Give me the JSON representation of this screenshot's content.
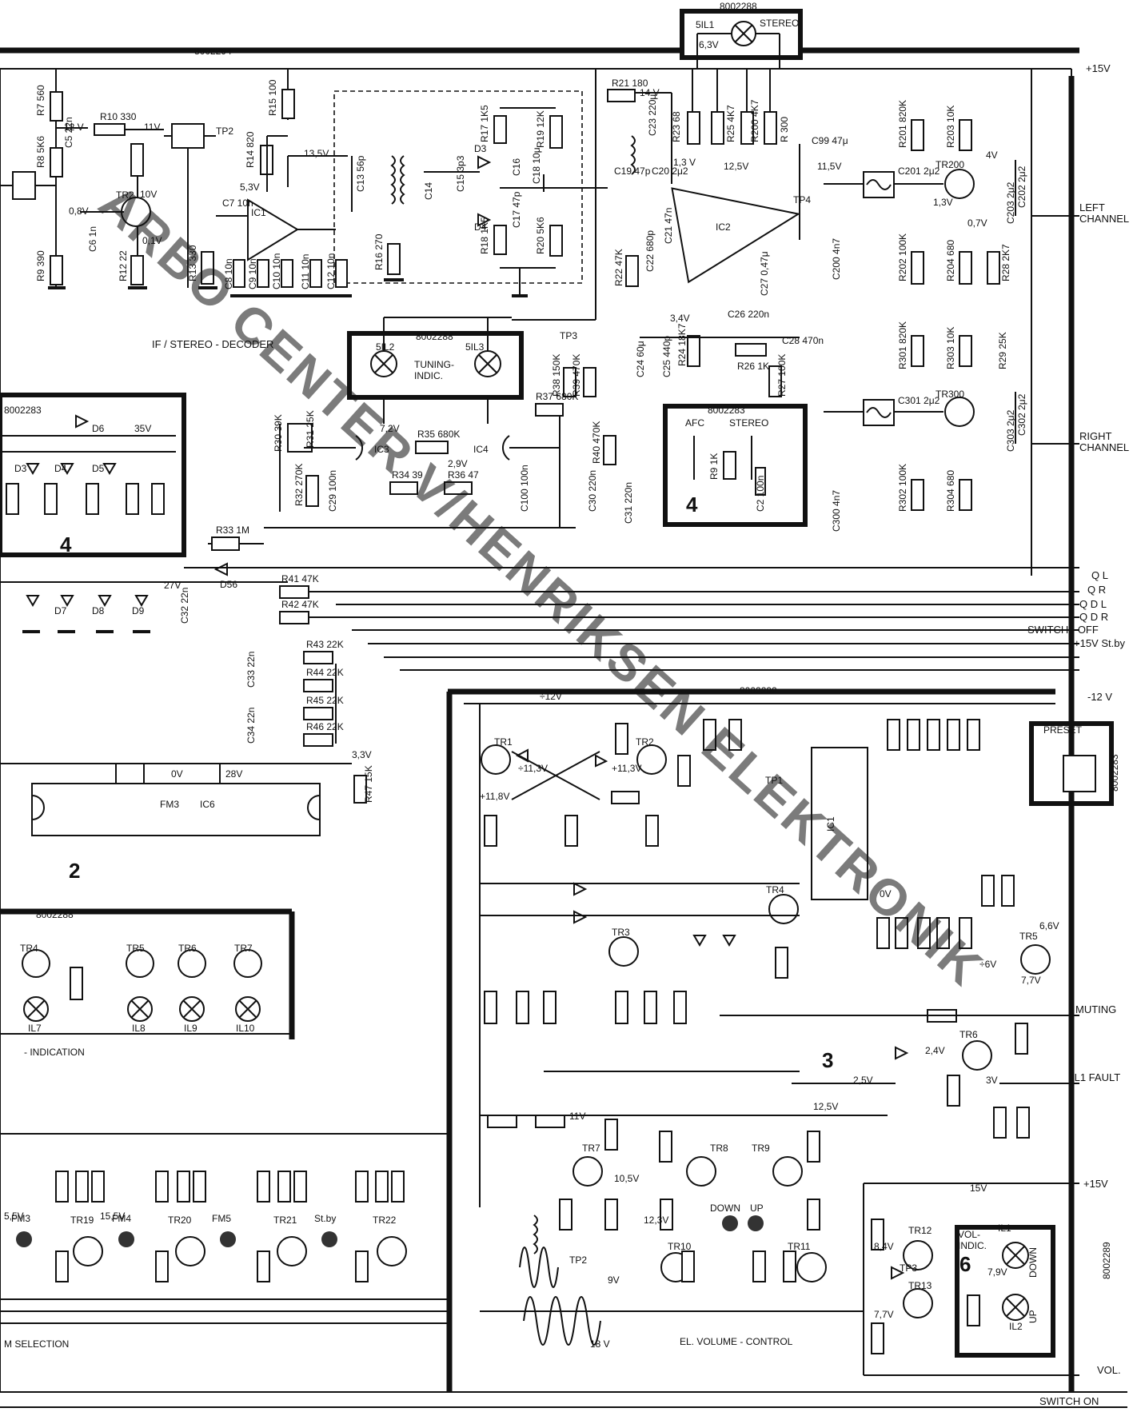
{
  "sections": {
    "if_decoder": "IF / STEREO - DECODER",
    "tuning_indic": "TUNING-\nINDIC.",
    "volume_control": "EL. VOLUME - CONTROL",
    "indication": "- INDICATION",
    "selection": "M  SELECTION",
    "preset": "PRESET",
    "afc": "AFC",
    "stereo_switch": "STEREO",
    "vol_indic": "VOL-\nINDIC."
  },
  "boards": [
    "8002294",
    "8002288",
    "8002283",
    "8002292",
    "8002289"
  ],
  "block_numbers": [
    "2",
    "3",
    "4",
    "4",
    "6"
  ],
  "lamp_labels": {
    "stereo_lamp": "5IL1",
    "stereo_text": "STEREO",
    "stereo_volt": "6,3V",
    "tuning_lamp_a": "5IL2",
    "tuning_lamp_b": "5IL3",
    "il7": "IL7",
    "il8": "IL8",
    "il9": "IL9",
    "il10": "IL10",
    "vol_il1": "IL1",
    "vol_il2": "IL2",
    "down": "DOWN",
    "up": "UP"
  },
  "right_edge": [
    "+15V",
    "LEFT\nCHANNEL",
    "RIGHT\nCHANNEL",
    "Q L",
    "Q R",
    "Q D L",
    "Q D R",
    "SWITCH - OFF",
    "+15V St.by",
    "-12 V",
    "MUTING",
    "IL1 FAULT",
    "+15V",
    "VOL.",
    "SWITCH ON"
  ],
  "ics": [
    "IC1",
    "IC2",
    "IC3",
    "IC4",
    "IC6",
    "IC1"
  ],
  "components": {
    "resistors": [
      "R7 560",
      "R10 330",
      "R8 5K6",
      "R15 100",
      "R14 820",
      "R9 390",
      "R12 22",
      "R13 330",
      "R16 270",
      "R17 1K5",
      "R18 1K5",
      "R19 12K",
      "R20 5K6",
      "R21 180",
      "R23 68",
      "R25 4K7",
      "R200 4K7",
      "R 300",
      "R201 820K",
      "R203 10K",
      "R202 100K",
      "R204 680",
      "R28 2K7",
      "R22 47K",
      "R24 18K7",
      "R26 1K",
      "R27 100K",
      "R37 680K",
      "R38 150K",
      "R39 470K",
      "R40 470K",
      "R30 39K",
      "R31 25K",
      "R32 270K",
      "R35 680K",
      "R34 39",
      "R36 47",
      "R33 1M",
      "R41 47K",
      "R42 47K",
      "R43 22K",
      "R44 22K",
      "R45 22K",
      "R46 22K",
      "R47 15K",
      "R301 820K",
      "R303 10K",
      "R29 25K",
      "R302 100K",
      "R304 680",
      "R9 1K"
    ],
    "capacitors": [
      "C5 22n",
      "C6 1n",
      "C7 10n",
      "C8 10n",
      "C9 10n",
      "C10 10n",
      "C11 10n",
      "C12 10n",
      "C13 56p",
      "C14",
      "C15 3p3",
      "C16",
      "C17 47p",
      "C18 10μ",
      "C19 47p",
      "C20 2μ2",
      "C21 47n",
      "C22 680p",
      "C23 220μ",
      "C24 60μ",
      "C25 440p",
      "C26 220n",
      "C27 0,47μ",
      "C28 470n",
      "C99 47μ",
      "C200 4n7",
      "C201 2μ2",
      "C202 2μ2",
      "C203 2μ2",
      "C300 4n7",
      "C301 2μ2",
      "C302 2μ2",
      "C303 2μ2",
      "C29 100n",
      "C100 100n",
      "C30 220n",
      "C31 220n",
      "C2 100n",
      "C32 22n",
      "C33 22n",
      "C34 22n"
    ],
    "diodes": [
      "D3",
      "D4",
      "D3",
      "D4",
      "D5",
      "D6",
      "D7",
      "D8",
      "D9",
      "D56"
    ],
    "transistors": [
      "TR2",
      "TR200",
      "TR300",
      "TR1",
      "TR2",
      "TR3",
      "TR4",
      "TR5",
      "TR6",
      "TR7",
      "TR8",
      "TR9",
      "TR10",
      "TR11",
      "TR12",
      "TR13",
      "TR19",
      "TR20",
      "TR21",
      "TR22"
    ]
  },
  "test_points": [
    "TP2",
    "TP3",
    "TP4",
    "TP1",
    "TP2",
    "TP3"
  ],
  "voltages": [
    "12 V",
    "11V",
    "10V",
    "0,8V",
    "0,1V",
    "5,3V",
    "13,5V",
    "14 V",
    "1,3 V",
    "12,5V",
    "11,5V",
    "4V",
    "1,3V",
    "0,7V",
    "3,4V",
    "7,2V",
    "2,9V",
    "35V",
    "27V",
    "3,3V",
    "28V",
    "0V",
    "÷12V",
    "+11,3V",
    "÷11,3V",
    "+11,8V",
    "0V",
    "÷6V",
    "7,7V",
    "6,6V",
    "2,4V",
    "3V",
    "2,5V",
    "12,5V",
    "15V",
    "11V",
    "10,5V",
    "12,3V",
    "7,9V",
    "8,4V",
    "7,7V",
    "15,5V",
    "5,5V"
  ],
  "stations": [
    "FM3",
    "FM4",
    "FM5",
    "St.by"
  ],
  "watermark": "ARBO CENTER V/HENRIKSEN ELEKTRONIK",
  "scope": "18 V",
  "scope_tp2": "9V"
}
